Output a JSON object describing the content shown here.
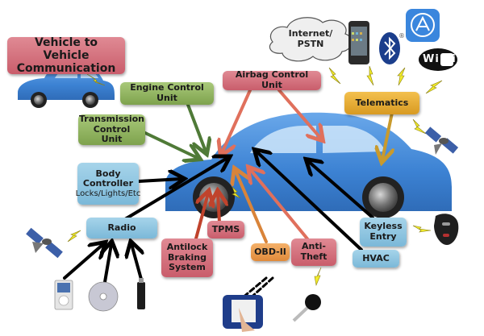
{
  "diagram": {
    "title": "Vehicle Networked Systems",
    "colors": {
      "red_box": "#d5717d",
      "green_box": "#94b664",
      "blue_box": "#8fc6e1",
      "gold_box": "#e6ad38",
      "orange_box": "#ea9d52",
      "car_body": "#3f86d6",
      "arrow_black": "#000000",
      "arrow_green": "#4f7a37",
      "arrow_red": "#e0705c",
      "arrow_orange": "#d9843a",
      "arrow_gold": "#c99a2c",
      "lightning": "#f2ec2c"
    },
    "nodes": {
      "v2v": "Vehicle to Vehicle Communication",
      "ecu": "Engine Control Unit",
      "tcu_line1": "Transmission",
      "tcu_line2": "Control Unit",
      "body_line1": "Body",
      "body_line2": "Controller",
      "body_sub": "Locks/Lights/Etc",
      "airbag": "Airbag Control Unit",
      "telematics": "Telematics",
      "radio": "Radio",
      "tpms": "TPMS",
      "abs_line1": "Antilock",
      "abs_line2": "Braking",
      "abs_line3": "System",
      "obd": "OBD-II",
      "antitheft_line1": "Anti-",
      "antitheft_line2": "Theft",
      "keyless_line1": "Keyless",
      "keyless_line2": "Entry",
      "hvac": "HVAC"
    },
    "cloud": {
      "line1": "Internet/",
      "line2": "PSTN"
    },
    "icons": {
      "wifi_text": "Wi Fi",
      "registered": "®",
      "bluetooth": "bluetooth-icon",
      "appstore": "app-store-icon",
      "smartphone": "smartphone-icon",
      "satellite": "satellite-icon",
      "ipod": "media-player-icon",
      "cd": "cd-icon",
      "usb": "usb-drive-icon",
      "key_fob": "key-fob-icon",
      "car_key": "car-key-icon",
      "diagnostic_tool": "diagnostic-scanner-icon"
    },
    "edges": [
      {
        "from": "Engine Control Unit",
        "to": "Car",
        "color": "green"
      },
      {
        "from": "Transmission Control Unit",
        "to": "Car",
        "color": "green"
      },
      {
        "from": "Airbag Control Unit",
        "to": "Car",
        "color": "red"
      },
      {
        "from": "Body Controller",
        "to": "Car",
        "color": "black"
      },
      {
        "from": "Radio",
        "to": "Car",
        "color": "black"
      },
      {
        "from": "Telematics",
        "to": "Car",
        "color": "gold"
      },
      {
        "from": "Antilock Braking System",
        "to": "Car",
        "color": "red"
      },
      {
        "from": "TPMS",
        "to": "Car",
        "color": "red"
      },
      {
        "from": "OBD-II",
        "to": "Car",
        "color": "orange"
      },
      {
        "from": "Anti-Theft",
        "to": "Car",
        "color": "red"
      },
      {
        "from": "HVAC",
        "to": "Car",
        "color": "black"
      },
      {
        "from": "Keyless Entry",
        "to": "Car",
        "color": "black"
      },
      {
        "from": "Media Player",
        "to": "Radio",
        "color": "black"
      },
      {
        "from": "CD",
        "to": "Radio",
        "color": "black"
      },
      {
        "from": "USB Drive",
        "to": "Radio",
        "color": "black"
      }
    ]
  }
}
